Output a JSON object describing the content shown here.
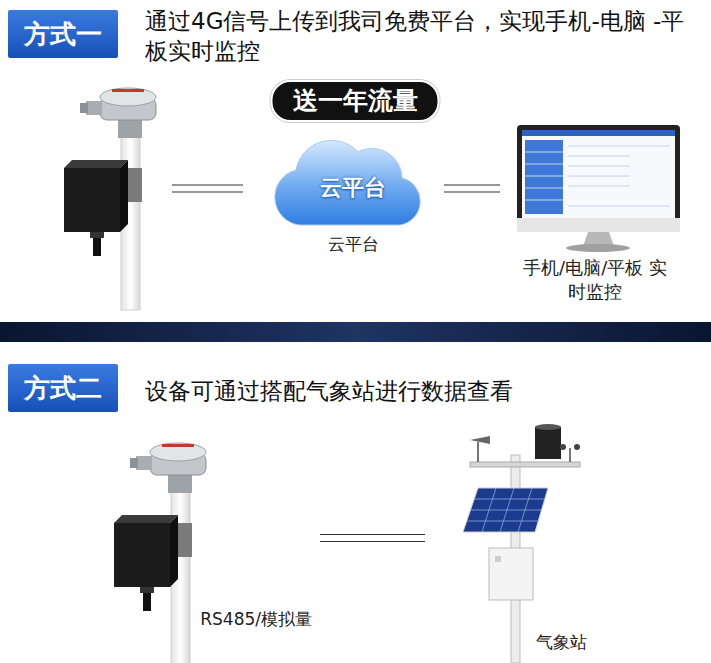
{
  "diagram": {
    "nodes": [
      {
        "text": [
          "方式一"
        ]
      },
      {
        "text": [
          "送一年流量"
        ]
      },
      {
        "text": [
          "云平台",
          "云平台"
        ]
      },
      {
        "text": [
          "手机/电脑/平板 实时监控"
        ]
      },
      {
        "text": [
          "方式二"
        ]
      },
      {
        "text": [
          "RS485/模拟量"
        ]
      },
      {
        "text": [
          "气象站"
        ]
      }
    ],
    "edges": [
      {
        "from": 2,
        "to": 3,
        "arrow": "none"
      },
      {
        "from": 5,
        "to": 6,
        "arrow": "none"
      }
    ],
    "labels": [
      "通过4G信号上传到我司免费平台，实现手机-电脑 -平板实时监控",
      "设备可通过搭配气象站进行数据查看"
    ]
  }
}
